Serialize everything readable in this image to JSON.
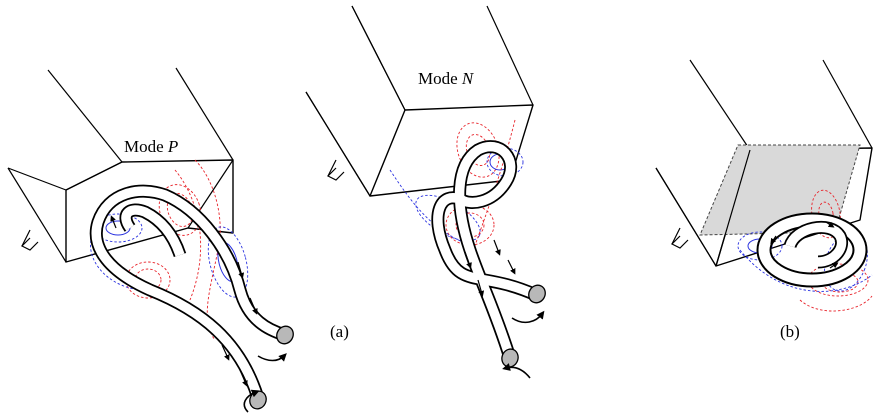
{
  "figure": {
    "panel_a": {
      "mode_p_prefix": "Mode ",
      "mode_p_var": "P",
      "mode_n_prefix": "Mode ",
      "mode_n_var": "N",
      "label": "(a)"
    },
    "panel_b": {
      "label": "(b)",
      "shaded_plane_color": "#d9d9d9"
    },
    "colors": {
      "field_red": "#e8242b",
      "field_blue": "#2b33e0",
      "tube_end": "#b8b8b8"
    }
  }
}
